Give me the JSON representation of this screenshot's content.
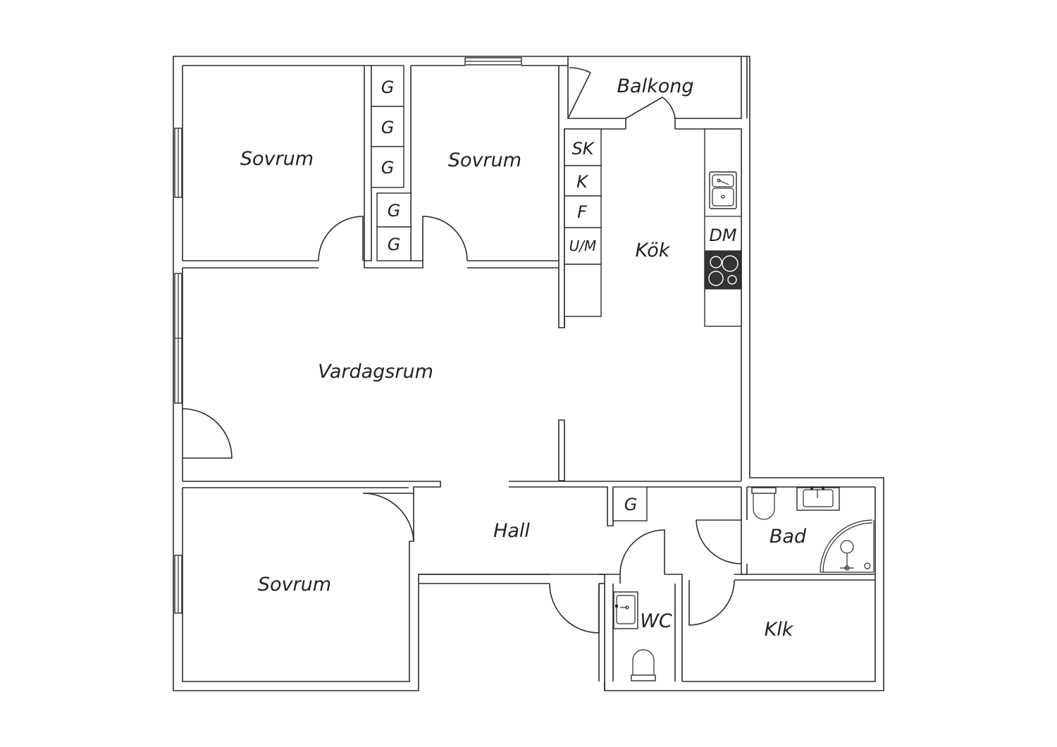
{
  "rooms": {
    "balkong": "Balkong",
    "sovrum_top_left": "Sovrum",
    "sovrum_top_middle": "Sovrum",
    "kok": "Kök",
    "vardagsrum": "Vardagsrum",
    "hall": "Hall",
    "sovrum_bottom": "Sovrum",
    "wc": "WC",
    "bad": "Bad",
    "klk": "Klk"
  },
  "cabinets": {
    "wardrobe_1": "G",
    "wardrobe_2": "G",
    "wardrobe_3": "G",
    "wardrobe_4": "G",
    "wardrobe_5": "G",
    "hall_wardrobe": "G",
    "skafferi": "SK",
    "kyl": "K",
    "frys": "F",
    "ugn_micro": "U/M",
    "diskmaskin": "DM"
  },
  "colors": {
    "wall": "#2b2b2b",
    "background": "#ffffff",
    "stove": "#333333"
  }
}
